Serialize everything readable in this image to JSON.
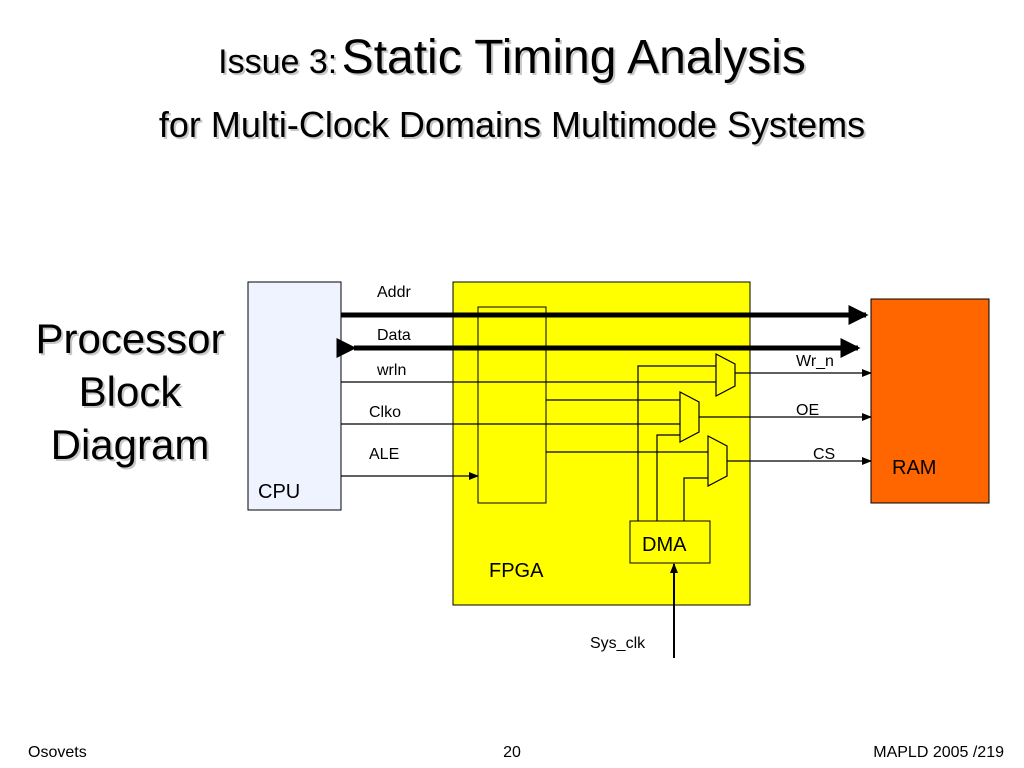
{
  "title": {
    "prefix": "Issue 3:",
    "main": "Static Timing Analysis",
    "subtitle": "for Multi-Clock Domains Multimode Systems"
  },
  "side_label": {
    "line1": "Processor",
    "line2": "Block",
    "line3": "Diagram"
  },
  "diagram": {
    "cpu_label": "CPU",
    "fpga_label": "FPGA",
    "ram_label": "RAM",
    "dma_label": "DMA",
    "signals": {
      "addr": "Addr",
      "data": "Data",
      "wrln": "wrln",
      "clko": "Clko",
      "ale": "ALE",
      "wr_n": "Wr_n",
      "oe": "OE",
      "cs": "CS",
      "sys_clk": "Sys_clk"
    },
    "colors": {
      "cpu_fill": "#eef3ff",
      "fpga_fill": "#ffff00",
      "ram_fill": "#ff6600",
      "mux_fill": "#ffff00",
      "line": "#000000"
    }
  },
  "footer": {
    "author": "Osovets",
    "page": "20",
    "conference": "MAPLD 2005 /219"
  }
}
